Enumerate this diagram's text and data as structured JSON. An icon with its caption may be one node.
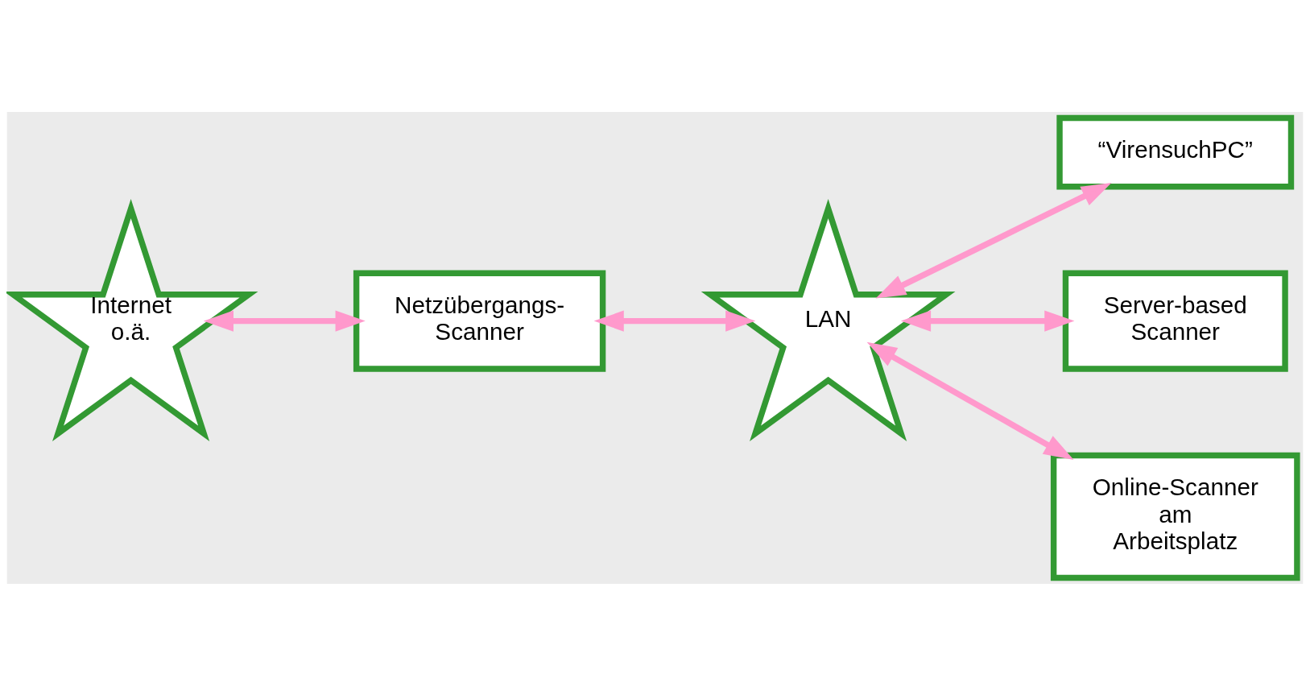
{
  "diagram": {
    "nodes": [
      {
        "text": [
          "Internet o.ä."
        ]
      },
      {
        "text": [
          "Netzübergangs- Scanner"
        ]
      },
      {
        "text": [
          "LAN"
        ]
      },
      {
        "text": [
          "“VirensuchPC”"
        ]
      },
      {
        "text": [
          "Server-based Scanner"
        ]
      },
      {
        "text": [
          "Online-Scanner am Arbeitsplatz"
        ]
      }
    ],
    "edges": [
      {
        "from": 0,
        "to": 1,
        "arrow": "both"
      },
      {
        "from": 1,
        "to": 2,
        "arrow": "both"
      },
      {
        "from": 2,
        "to": 3,
        "arrow": "both"
      },
      {
        "from": 2,
        "to": 4,
        "arrow": "both"
      },
      {
        "from": 2,
        "to": 5,
        "arrow": "both"
      }
    ]
  }
}
